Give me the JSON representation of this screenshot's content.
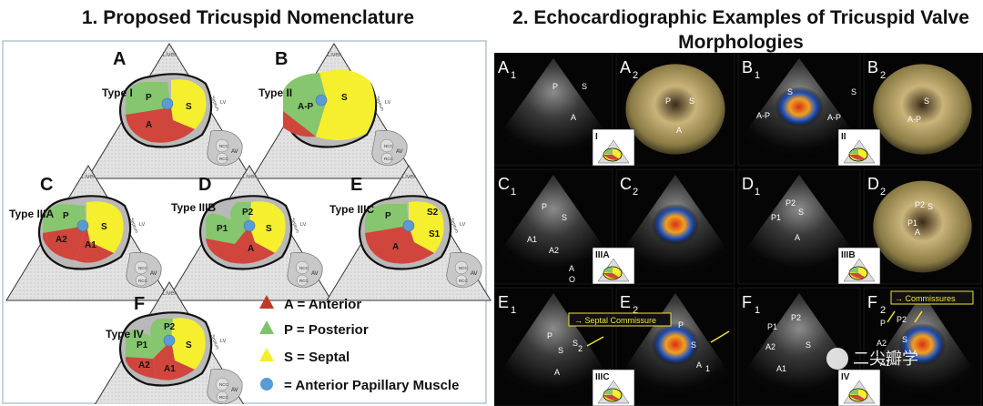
{
  "titles": {
    "left": "1.  Proposed Tricuspid Nomenclature",
    "right_line1": "2.  Echocardiographic Examples of Tricuspid Valve",
    "right_line2": "Morphologies"
  },
  "diagrams": [
    {
      "letter": "A",
      "type": "Type I",
      "leaflets": [
        "P",
        "S",
        "A"
      ]
    },
    {
      "letter": "B",
      "type": "Type II",
      "leaflets": [
        "A-P",
        "S"
      ]
    },
    {
      "letter": "C",
      "type": "Type IIIA",
      "leaflets": [
        "P",
        "S",
        "A2",
        "A1"
      ]
    },
    {
      "letter": "D",
      "type": "Type IIIB",
      "leaflets": [
        "P2",
        "P1",
        "S",
        "A"
      ]
    },
    {
      "letter": "E",
      "type": "Type IIIC",
      "leaflets": [
        "P",
        "S2",
        "S1",
        "A"
      ]
    },
    {
      "letter": "F",
      "type": "Type IV",
      "leaflets": [
        "P2",
        "P1",
        "S",
        "A2",
        "A1"
      ]
    }
  ],
  "apex_label": "Liver",
  "side_labels": {
    "septum": "Septum",
    "lv": "LV",
    "av": "AV",
    "ncc": "NCC",
    "rcc": "RCC"
  },
  "legend": [
    {
      "text": "A = Anterior",
      "color": "#c0392b",
      "shape": "triangle"
    },
    {
      "text": "P = Posterior",
      "color": "#7dc36b",
      "shape": "triangle"
    },
    {
      "text": "S = Septal",
      "color": "#f4ee2a",
      "shape": "triangle"
    },
    {
      "text": "= Anterior Papillary Muscle",
      "color": "#5b9bd5",
      "shape": "circle"
    }
  ],
  "colors": {
    "anterior": "#d0463c",
    "posterior": "#86c66e",
    "septal": "#f5ef2e",
    "papillary": "#5b9bd5"
  },
  "echo": {
    "rows": [
      {
        "left_label": "A",
        "left_sub1": "1",
        "left_sub2": "2",
        "right_label": "B",
        "right_sub1": "1",
        "right_sub2": "2",
        "inset_left": "I",
        "inset_right": "II"
      },
      {
        "left_label": "C",
        "left_sub1": "1",
        "left_sub2": "2",
        "right_label": "D",
        "right_sub1": "1",
        "right_sub2": "2",
        "inset_left": "IIIA",
        "inset_right": "IIIB"
      },
      {
        "left_label": "E",
        "left_sub1": "1",
        "left_sub2": "2",
        "right_label": "F",
        "right_sub1": "1",
        "right_sub2": "2",
        "inset_left": "IIIC",
        "inset_right": "IV"
      }
    ],
    "annotations": {
      "septal_commissure": "Septal Commissure",
      "commissures": "Commissures"
    },
    "image_labels": {
      "a1": [
        "P",
        "S",
        "A"
      ],
      "a2": [
        "P",
        "S",
        "A"
      ],
      "b1": [
        "S",
        "A-P",
        "S",
        "A-P"
      ],
      "b2": [
        "S",
        "A-P"
      ],
      "c1": [
        "P",
        "S",
        "A1",
        "A2",
        "A",
        "O"
      ],
      "d1": [
        "P2",
        "P1",
        "S",
        "A"
      ],
      "d2": [
        "P2",
        "S",
        "P1",
        "A"
      ],
      "e1": [
        "P",
        "S",
        "A",
        "S",
        "2"
      ],
      "e2": [
        "P",
        "S",
        "A",
        "1"
      ],
      "f1": [
        "P1",
        "P2",
        "A2",
        "S",
        "A1"
      ],
      "f2": [
        "P",
        "P2",
        "A2",
        "S",
        "A1"
      ]
    },
    "watermark": "二尖瓣学"
  }
}
